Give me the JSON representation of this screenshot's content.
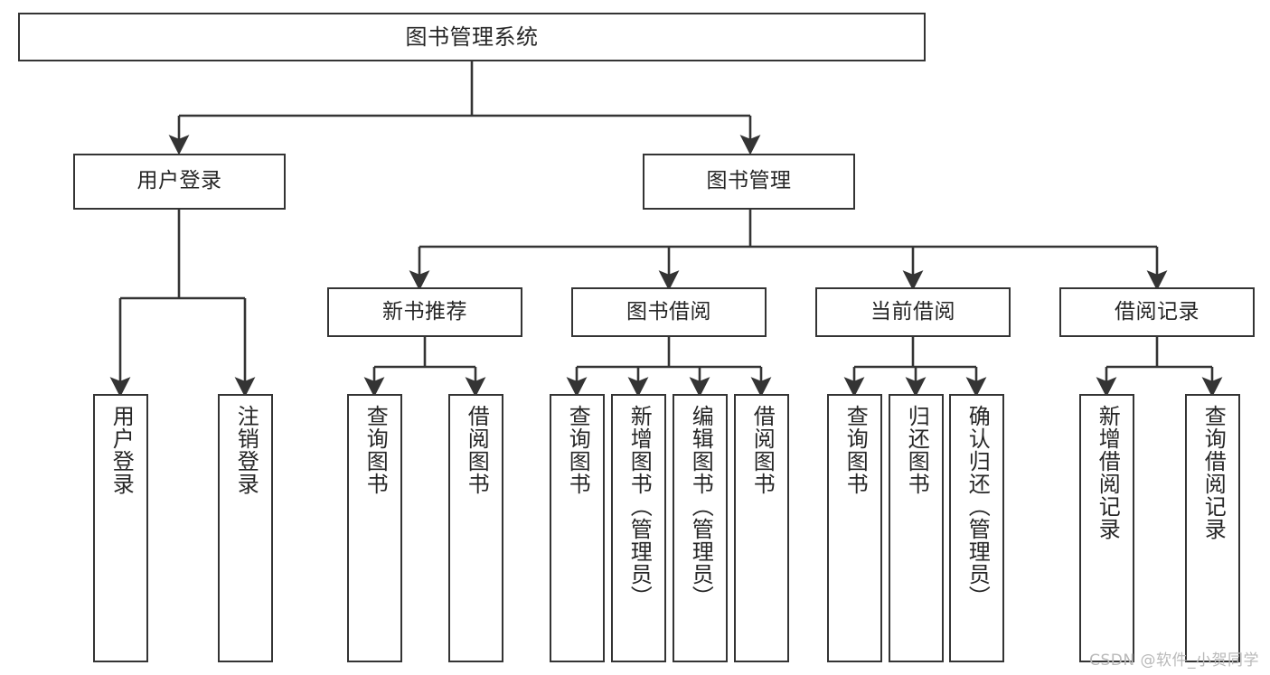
{
  "diagram": {
    "title": "图书管理系统",
    "type": "tree-hierarchy-functional-decomposition",
    "colors": {
      "box_border": "#343434",
      "box_fill": "#ffffff",
      "text": "#262626",
      "edge": "#343434",
      "watermark": "#b9b9b9",
      "background": "#ffffff"
    },
    "watermark": "CSDN @软件_小贺同学"
  },
  "nodes": {
    "root": {
      "label": "图书管理系统"
    },
    "level2": [
      {
        "label": "用户登录"
      },
      {
        "label": "图书管理"
      }
    ],
    "level3": [
      {
        "label": "新书推荐"
      },
      {
        "label": "图书借阅"
      },
      {
        "label": "当前借阅"
      },
      {
        "label": "借阅记录"
      }
    ],
    "leaves": {
      "user_login": [
        {
          "label": "用户登录"
        },
        {
          "label": "注销登录"
        }
      ],
      "new_book_recommend": [
        {
          "label": "查询图书"
        },
        {
          "label": "借阅图书"
        }
      ],
      "book_borrow": [
        {
          "label": "查询图书"
        },
        {
          "label": "新增图书（管理员）"
        },
        {
          "label": "编辑图书（管理员）"
        },
        {
          "label": "借阅图书"
        }
      ],
      "current_borrow": [
        {
          "label": "查询图书"
        },
        {
          "label": "归还图书"
        },
        {
          "label": "确认归还（管理员）"
        }
      ],
      "borrow_record": [
        {
          "label": "新增借阅记录"
        },
        {
          "label": "查询借阅记录"
        }
      ]
    }
  }
}
